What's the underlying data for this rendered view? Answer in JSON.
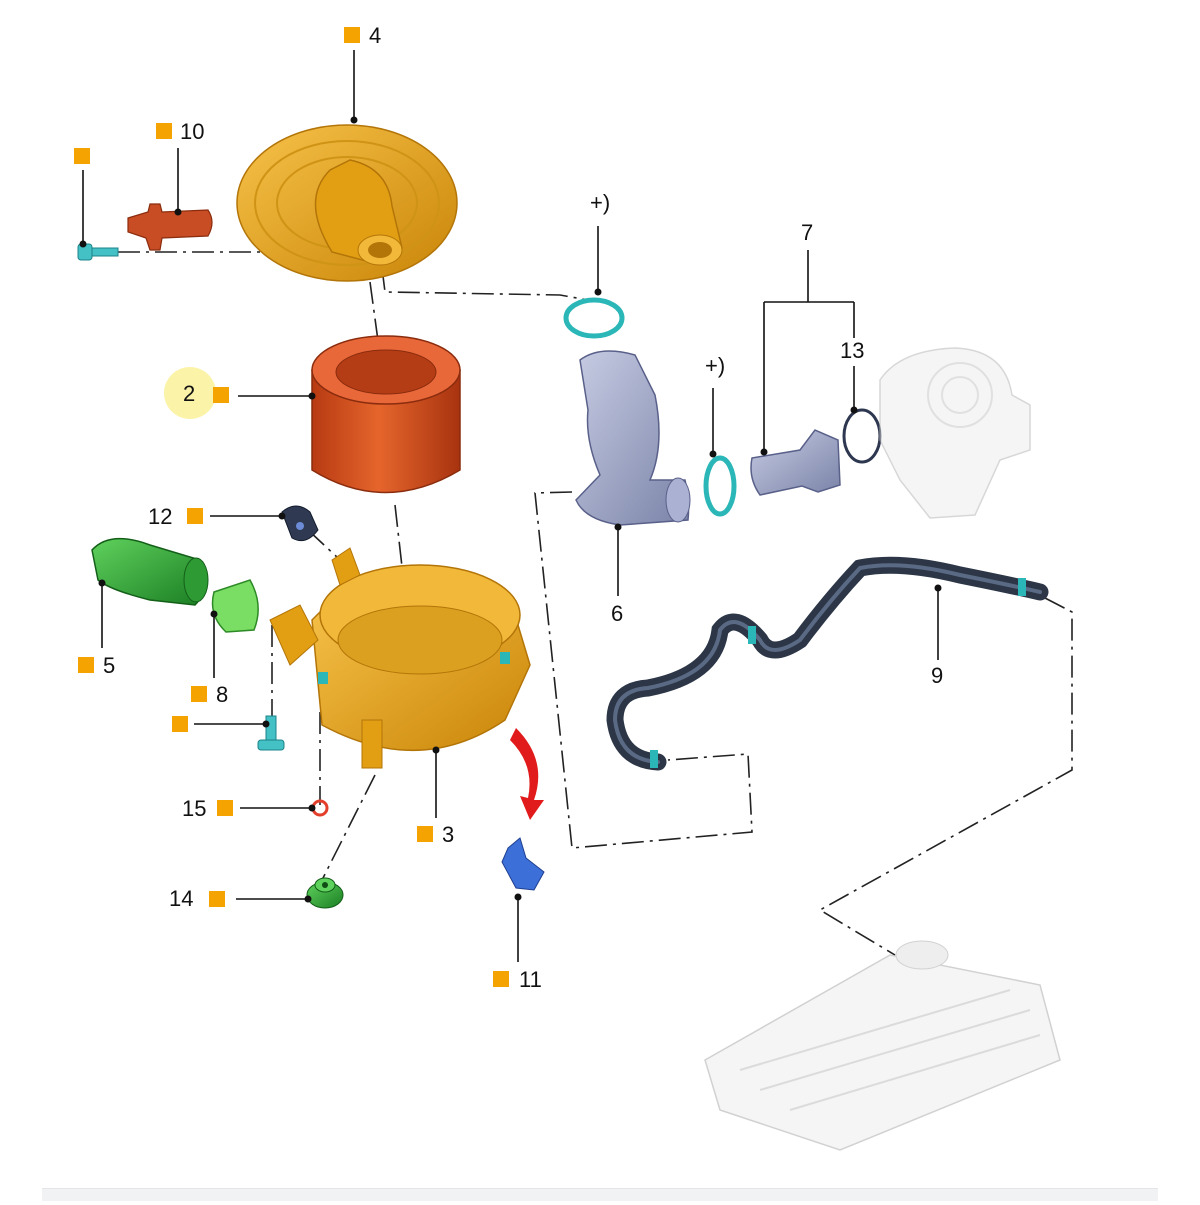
{
  "diagram": {
    "callouts": [
      {
        "id": "4",
        "text": "4"
      },
      {
        "id": "10",
        "text": "10"
      },
      {
        "id": "2",
        "text": "2"
      },
      {
        "id": "12",
        "text": "12"
      },
      {
        "id": "5",
        "text": "5"
      },
      {
        "id": "8",
        "text": "8"
      },
      {
        "id": "15",
        "text": "15"
      },
      {
        "id": "14",
        "text": "14"
      },
      {
        "id": "3",
        "text": "3"
      },
      {
        "id": "11",
        "text": "11"
      },
      {
        "id": "6",
        "text": "6"
      },
      {
        "id": "7",
        "text": "7"
      },
      {
        "id": "13",
        "text": "13"
      },
      {
        "id": "9",
        "text": "9"
      },
      {
        "id": "plus1",
        "text": "+)"
      },
      {
        "id": "plus2",
        "text": "+)"
      }
    ],
    "selected_callout": "2",
    "colors": {
      "marker": "#f4a300",
      "highlight": "#fbf3a8",
      "housing": "#e8a91c",
      "filter": "#cf4d1f",
      "duct": "#9ea6c6",
      "seal": "#2bb7b7",
      "hose": "#2c3646",
      "green": "#33b03a",
      "blue": "#3d6fd8",
      "red_arrow": "#e11b1b"
    }
  }
}
